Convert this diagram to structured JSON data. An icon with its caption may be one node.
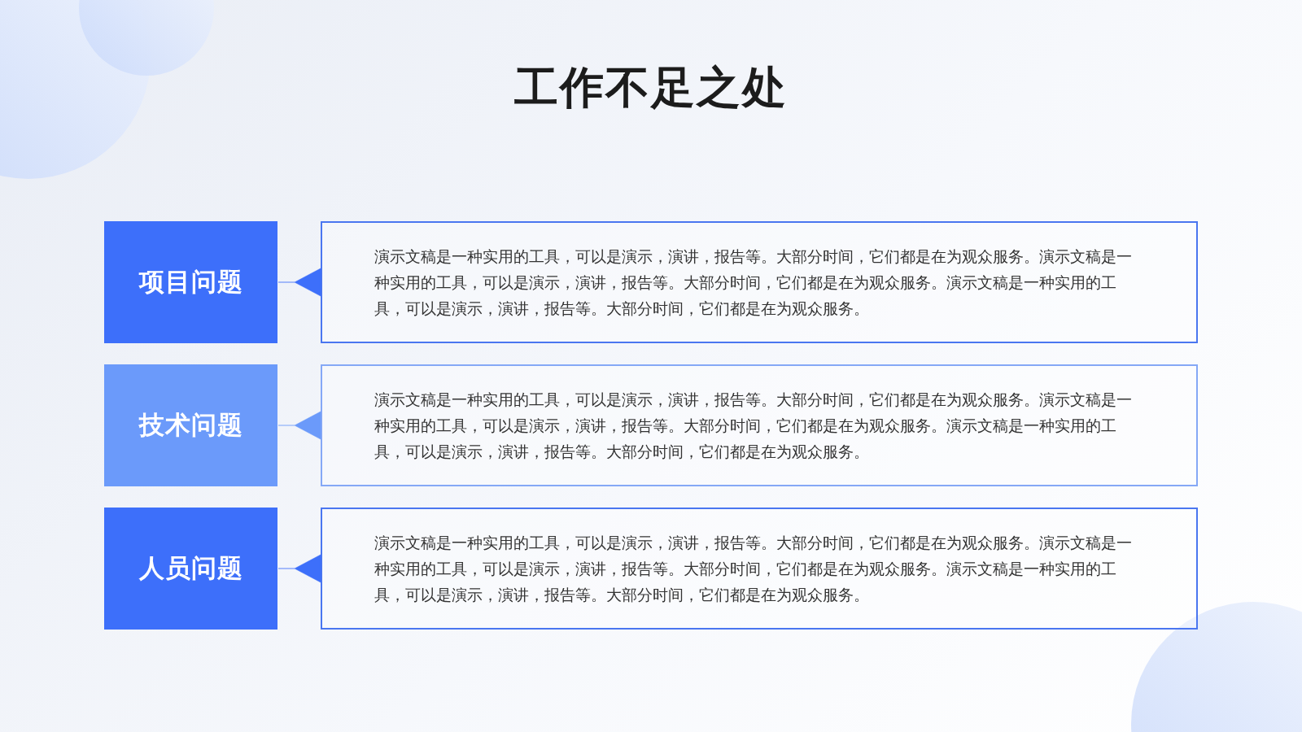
{
  "diagram": {
    "title": "工作不足之处",
    "nodes": [
      {
        "text": [
          "项目问题"
        ]
      },
      {
        "text": [
          "演示文稿是一种实用的工具，可以是演示，演讲，报告等。大部分时间，它们都是在为观众服务。演示文稿是一种实用的工具，可以是演示，演讲，报告等。大部分时间，它们都是在为观众服务。演示文稿是一种实用的工具，可以是演示，演讲，报告等。大部分时间，它们都是在为观众服务。"
        ]
      },
      {
        "text": [
          "技术问题"
        ]
      },
      {
        "text": [
          "演示文稿是一种实用的工具，可以是演示，演讲，报告等。大部分时间，它们都是在为观众服务。演示文稿是一种实用的工具，可以是演示，演讲，报告等。大部分时间，它们都是在为观众服务。演示文稿是一种实用的工具，可以是演示，演讲，报告等。大部分时间，它们都是在为观众服务。"
        ]
      },
      {
        "text": [
          "人员问题"
        ]
      },
      {
        "text": [
          "演示文稿是一种实用的工具，可以是演示，演讲，报告等。大部分时间，它们都是在为观众服务。演示文稿是一种实用的工具，可以是演示，演讲，报告等。大部分时间，它们都是在为观众服务。演示文稿是一种实用的工具，可以是演示，演讲，报告等。大部分时间，它们都是在为观众服务。"
        ]
      }
    ],
    "edges": [
      {
        "from": 1,
        "to": 0,
        "arrow": "to"
      },
      {
        "from": 3,
        "to": 2,
        "arrow": "to",
        "color": "#6b9afa"
      },
      {
        "from": 5,
        "to": 4,
        "arrow": "to"
      }
    ]
  }
}
